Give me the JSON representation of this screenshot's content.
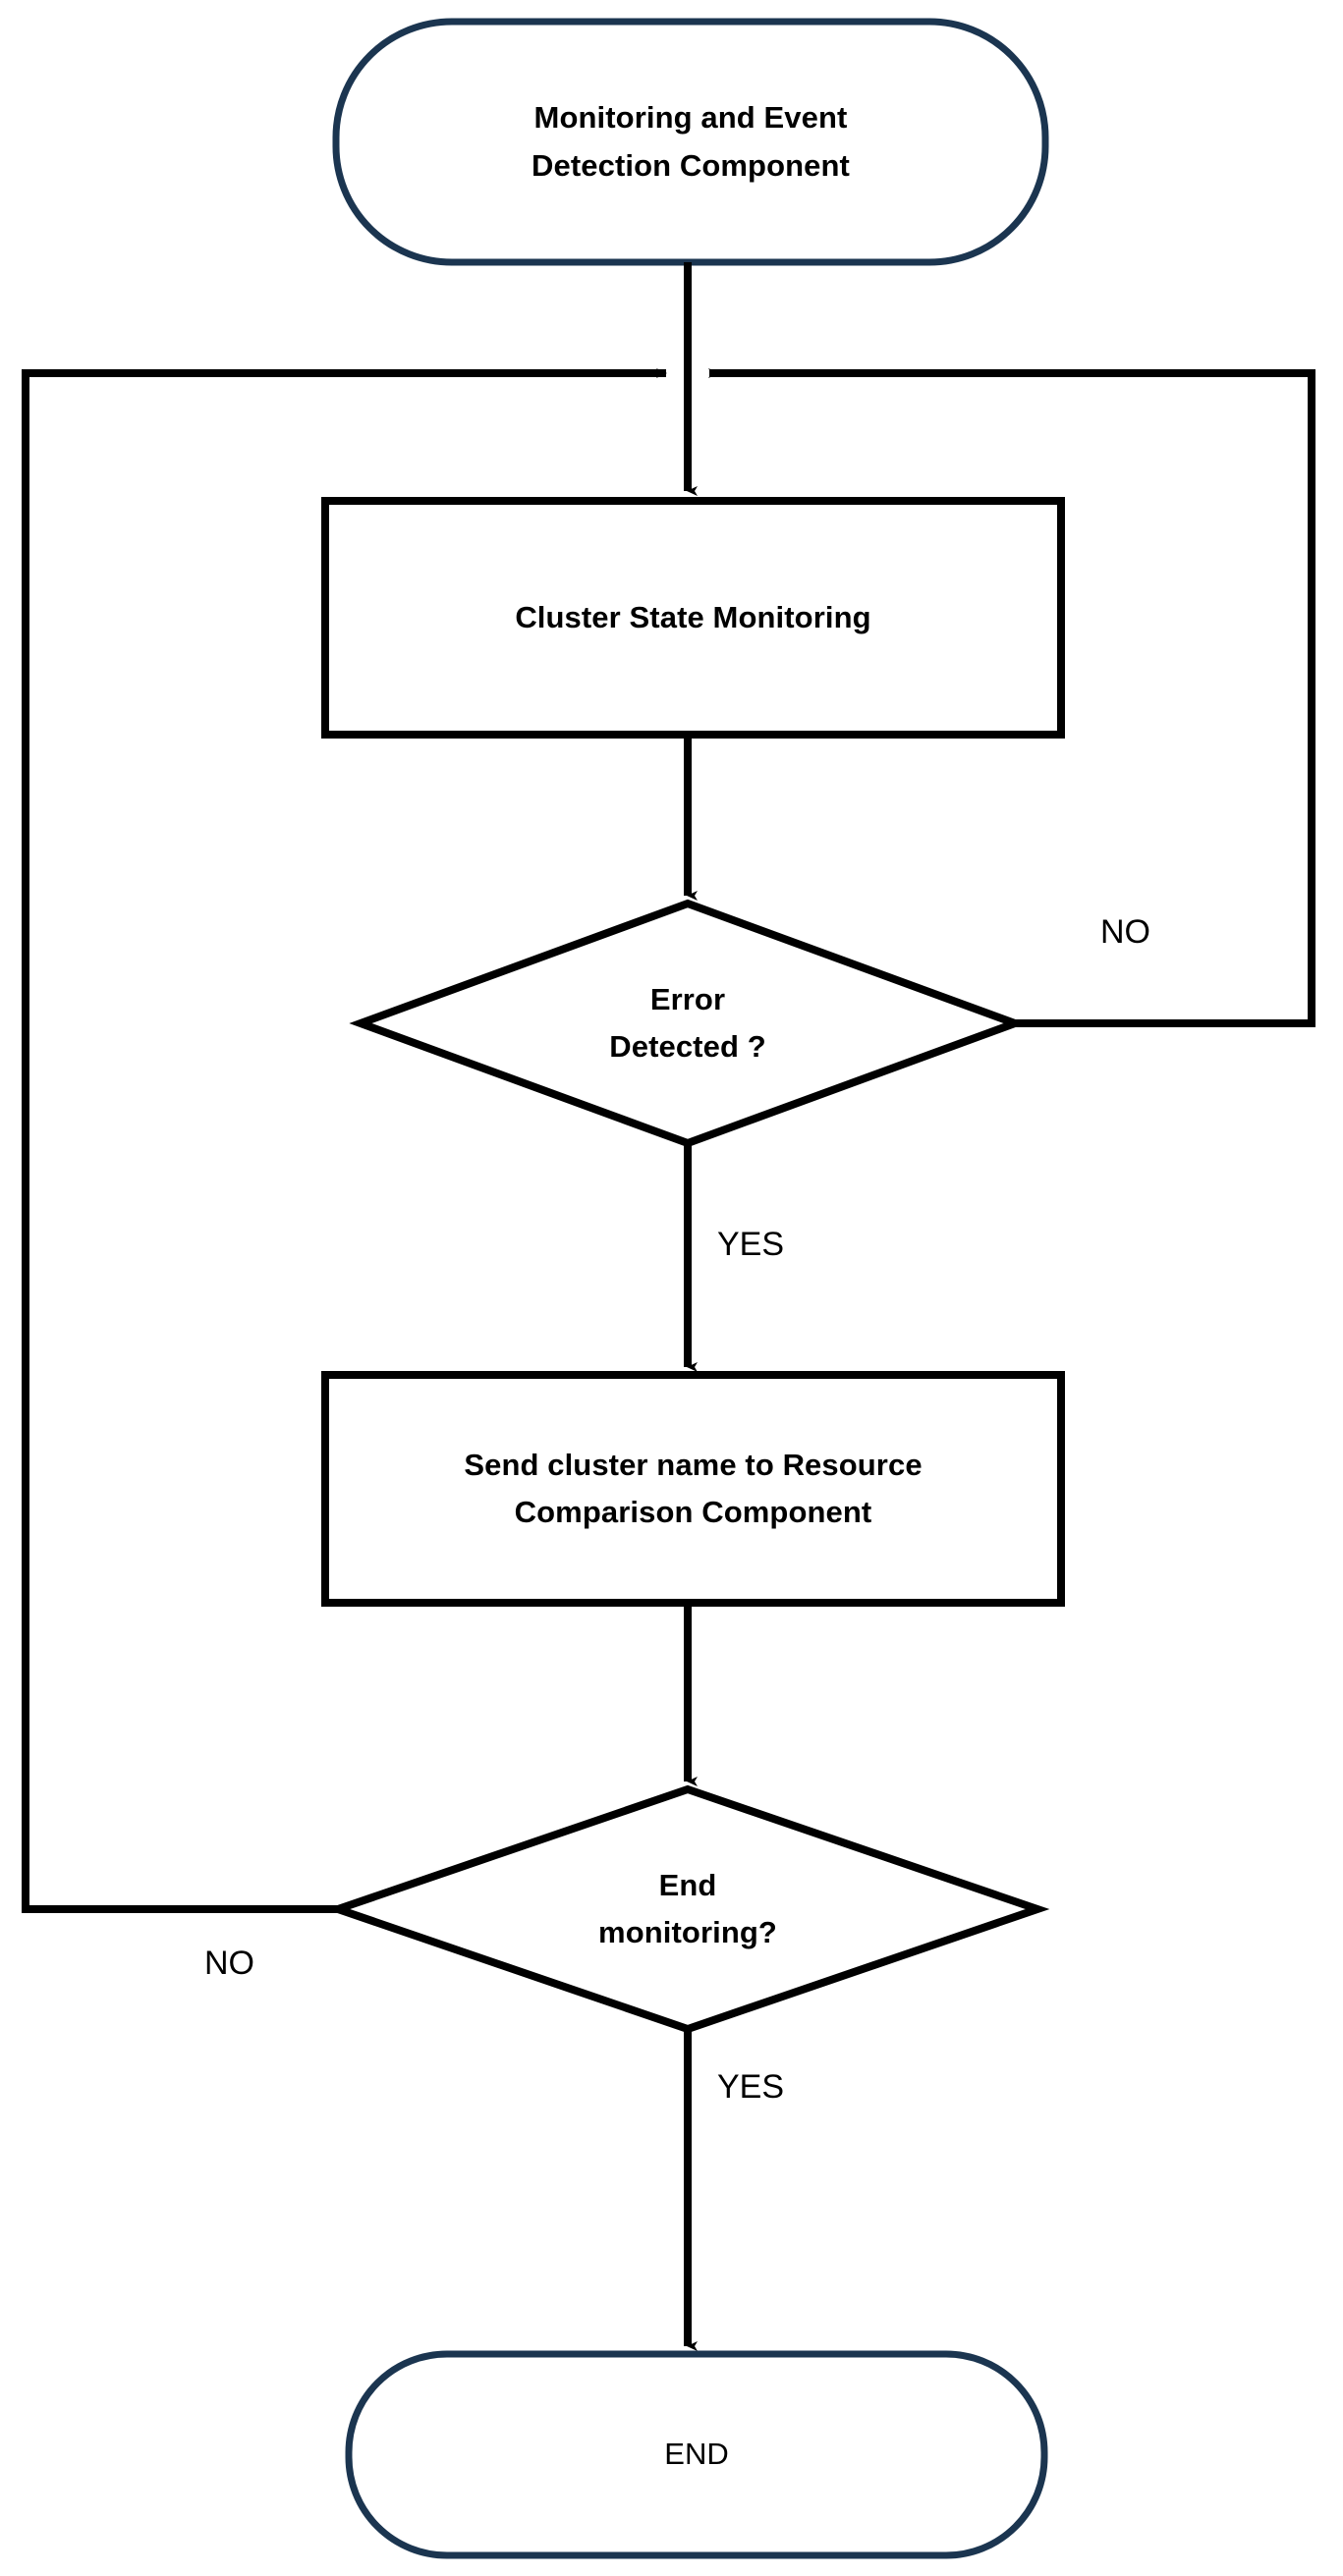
{
  "diagram": {
    "type": "flowchart",
    "title": "Monitoring and Event Detection Component",
    "colors": {
      "terminator_stroke": "#1b3550",
      "process_stroke": "#000000",
      "decision_stroke": "#000000",
      "connector_stroke": "#000000",
      "text": "#000000",
      "background": "#ffffff"
    },
    "nodes": {
      "start": {
        "shape": "terminator",
        "label": "Monitoring and Event\nDetection Component"
      },
      "process_monitor": {
        "shape": "process",
        "label": "Cluster State Monitoring"
      },
      "decision_error": {
        "shape": "decision",
        "label": "Error\nDetected ?"
      },
      "process_send": {
        "shape": "process",
        "label": "Send cluster name to Resource\nComparison Component"
      },
      "decision_end": {
        "shape": "decision",
        "label": "End\nmonitoring?"
      },
      "end": {
        "shape": "terminator",
        "label": "END"
      }
    },
    "edge_labels": {
      "error_no": "NO",
      "error_yes": "YES",
      "end_no": "NO",
      "end_yes": "YES"
    },
    "flow": [
      {
        "from": "start",
        "to": "decision_error_loop_junction",
        "label": ""
      },
      {
        "from": "junction",
        "to": "process_monitor",
        "label": ""
      },
      {
        "from": "process_monitor",
        "to": "decision_error",
        "label": ""
      },
      {
        "from": "decision_error",
        "to": "junction",
        "label": "NO"
      },
      {
        "from": "decision_error",
        "to": "process_send",
        "label": "YES"
      },
      {
        "from": "process_send",
        "to": "decision_end",
        "label": ""
      },
      {
        "from": "decision_end",
        "to": "junction",
        "label": "NO"
      },
      {
        "from": "decision_end",
        "to": "end",
        "label": "YES"
      }
    ]
  }
}
